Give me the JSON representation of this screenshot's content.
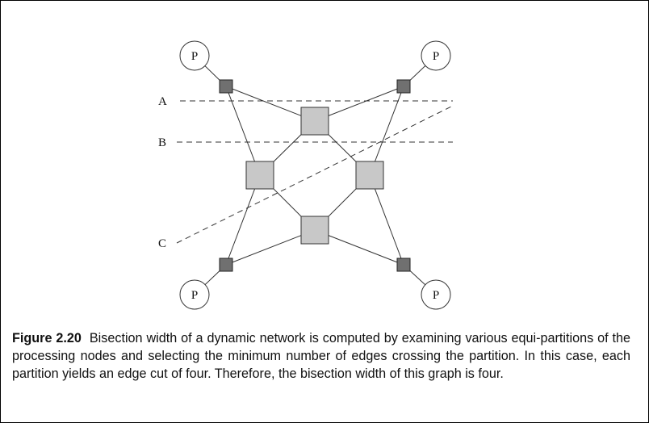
{
  "diagram": {
    "processor_label": "P",
    "cut_labels": [
      "A",
      "B",
      "C"
    ],
    "colors": {
      "switch_fill": "#c8c8c8",
      "link_fill": "#707070",
      "line": "#333333"
    }
  },
  "caption": {
    "label": "Figure 2.20",
    "text": "Bisection width of a dynamic network is computed by examining various equi-partitions of the processing nodes and selecting the minimum number of edges crossing the partition. In this case, each partition yields an edge cut of four. Therefore, the bisection width of this graph is four."
  }
}
